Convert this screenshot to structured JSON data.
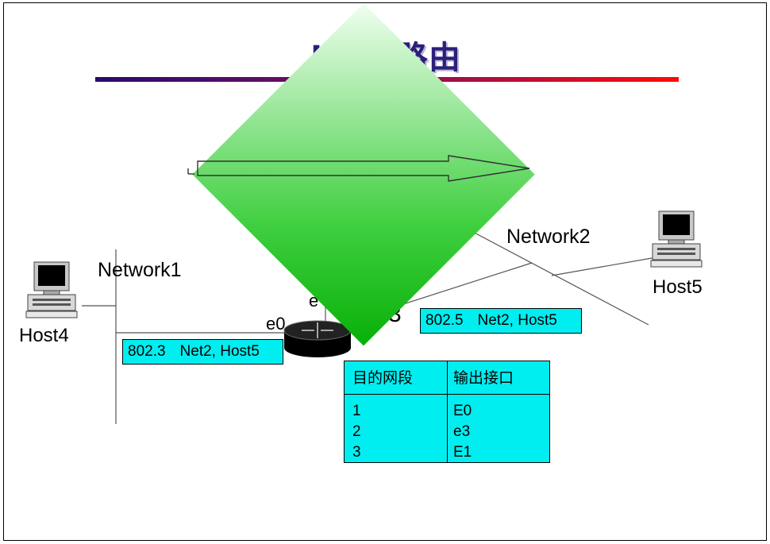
{
  "title": {
    "visible_text": "LA  N路由"
  },
  "network1_label": "Network1",
  "network2_label": "Network2",
  "host4_label": "Host4",
  "host5_label": "Host5",
  "iface_e0": "e0",
  "iface_e_partial": "e",
  "iface_3_partial": "3",
  "frame_left": {
    "proto": "802.3",
    "addr": "Net2, Host5"
  },
  "frame_right": {
    "proto": "802.5",
    "addr": "Net2, Host5"
  },
  "route_table": {
    "headers": [
      "目的网段",
      "输出接口"
    ],
    "rows": [
      {
        "dest": "1",
        "iface": "E0"
      },
      {
        "dest": "2",
        "iface": "e3"
      },
      {
        "dest": "3",
        "iface": "E1"
      }
    ]
  },
  "colors": {
    "title": "#2a1f7a",
    "frame_fill": "#00eef0",
    "diamond_green": "#08b008"
  },
  "icons": [
    "computer-icon",
    "router-icon",
    "arrow-icon"
  ]
}
